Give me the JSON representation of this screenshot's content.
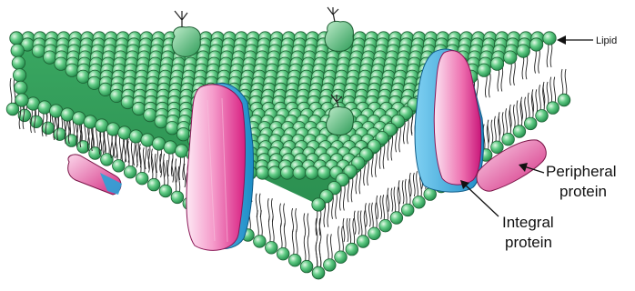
{
  "labels": {
    "lipid": "Lipid",
    "peripheral_line1": "Peripheral",
    "peripheral_line2": "protein",
    "integral_line1": "Integral",
    "integral_line2": "protein"
  },
  "colors": {
    "lipid_head_light": "#d8f5dc",
    "lipid_head_mid": "#5fcb83",
    "lipid_head_dark": "#1f8a49",
    "lipid_outline": "#1d5f33",
    "tail": "#222222",
    "integral_pink_light": "#fbe3f1",
    "integral_pink": "#e8449a",
    "integral_blue": "#2aa3d8",
    "peripheral_pink": "#e0559e",
    "glyco_green": "#45b56d"
  }
}
